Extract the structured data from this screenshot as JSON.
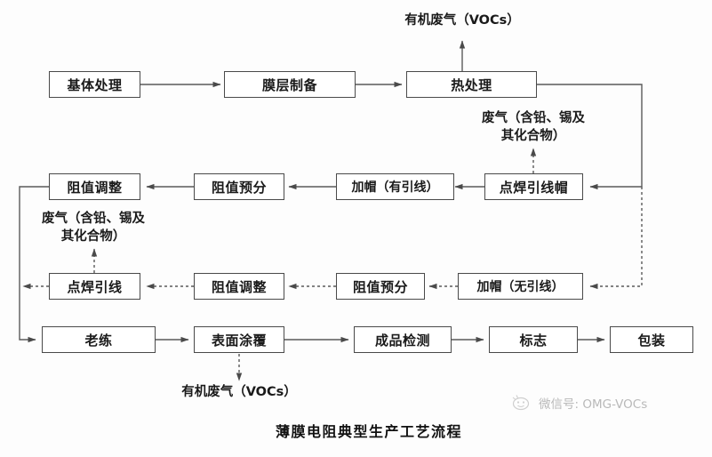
{
  "diagram": {
    "caption": "薄膜电阻典型生产工艺流程",
    "colors": {
      "box_border": "#4a4a4a",
      "line": "#5a5a5a",
      "text": "#1a1a1a",
      "background": "#fdfdfd",
      "watermark": "#b9b9b9"
    },
    "rows": [
      {
        "id": "row-1",
        "nodes": [
          {
            "id": "substrate-treatment",
            "label": "基体处理"
          },
          {
            "id": "film-preparation",
            "label": "膜层制备"
          },
          {
            "id": "heat-treatment",
            "label": "热处理"
          }
        ]
      },
      {
        "id": "row-2",
        "nodes": [
          {
            "id": "resistance-adjust-lead",
            "label": "阻值调整"
          },
          {
            "id": "resistance-presort-lead",
            "label": "阻值预分"
          },
          {
            "id": "capping-with-lead",
            "label": "加帽（有引线）"
          },
          {
            "id": "spot-weld-lead-cap",
            "label": "点焊引线帽"
          }
        ]
      },
      {
        "id": "row-3",
        "nodes": [
          {
            "id": "spot-weld-lead",
            "label": "点焊引线"
          },
          {
            "id": "resistance-adjust-nolead",
            "label": "阻值调整"
          },
          {
            "id": "resistance-presort-nolead",
            "label": "阻值预分"
          },
          {
            "id": "capping-without-lead",
            "label": "加帽（无引线）"
          }
        ]
      },
      {
        "id": "row-4",
        "nodes": [
          {
            "id": "aging",
            "label": "老练"
          },
          {
            "id": "surface-coating",
            "label": "表面涂覆"
          },
          {
            "id": "finished-product-inspection",
            "label": "成品检测"
          },
          {
            "id": "marking",
            "label": "标志"
          },
          {
            "id": "packaging",
            "label": "包装"
          }
        ]
      }
    ],
    "emissions": [
      {
        "id": "voc-from-heat-treatment",
        "lines": [
          "有机废气（VOCs）"
        ],
        "source": "热处理",
        "direction": "up"
      },
      {
        "id": "waste-gas-from-spot-weld-lead-cap",
        "lines": [
          "废气（含铅、锡及",
          "其化合物）"
        ],
        "source": "点焊引线帽",
        "direction": "up"
      },
      {
        "id": "waste-gas-from-spot-weld-lead",
        "lines": [
          "废气（含铅、锡及",
          "其化合物）"
        ],
        "source": "点焊引线",
        "direction": "up"
      },
      {
        "id": "voc-from-surface-coating",
        "lines": [
          "有机废气（VOCs）"
        ],
        "source": "表面涂覆",
        "direction": "down"
      }
    ]
  },
  "watermark": {
    "text": "微信号: OMG-VOCs",
    "icon": "smiley-face-icon"
  }
}
